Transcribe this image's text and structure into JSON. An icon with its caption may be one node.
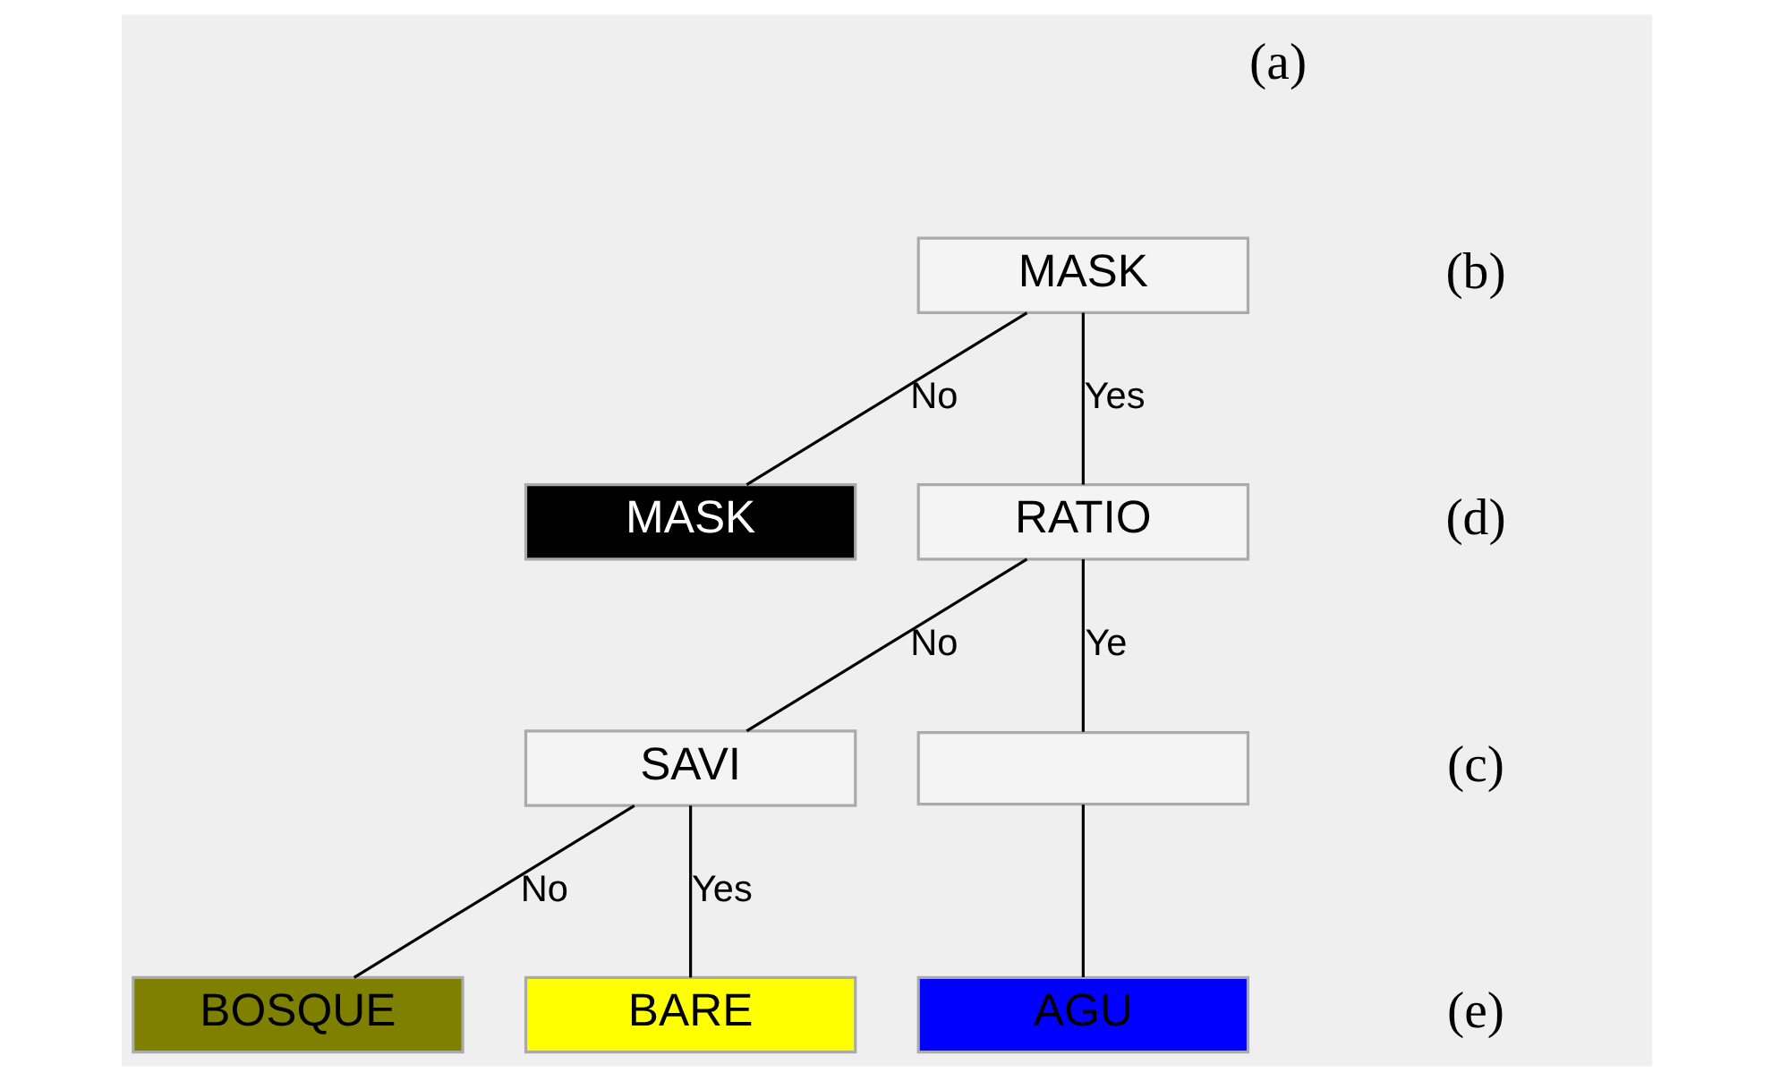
{
  "diagram": {
    "nodes": [
      {
        "text": [
          "MASK"
        ]
      },
      {
        "text": [
          "MASK"
        ]
      },
      {
        "text": [
          "RATIO"
        ]
      },
      {
        "text": [
          "SAVI"
        ]
      },
      {
        "text": [],
        "shape": "box"
      },
      {
        "text": [
          "BOSQUE"
        ]
      },
      {
        "text": [
          "BARE"
        ]
      },
      {
        "text": [
          "AGU"
        ]
      }
    ],
    "edges": [
      {
        "from": 0,
        "to": 1,
        "arrow": "none",
        "label": "No"
      },
      {
        "from": 0,
        "to": 2,
        "arrow": "none",
        "label": "Yes"
      },
      {
        "from": 2,
        "to": 3,
        "arrow": "none",
        "label": "No"
      },
      {
        "from": 2,
        "to": 4,
        "arrow": "none",
        "label": "Ye"
      },
      {
        "from": 3,
        "to": 5,
        "arrow": "none",
        "label": "No"
      },
      {
        "from": 3,
        "to": 6,
        "arrow": "none",
        "label": "Yes"
      },
      {
        "from": 4,
        "to": 7,
        "arrow": "none"
      }
    ],
    "labels": [
      "(a)",
      "(b)",
      "(d)",
      "(c)",
      "(e)"
    ]
  }
}
